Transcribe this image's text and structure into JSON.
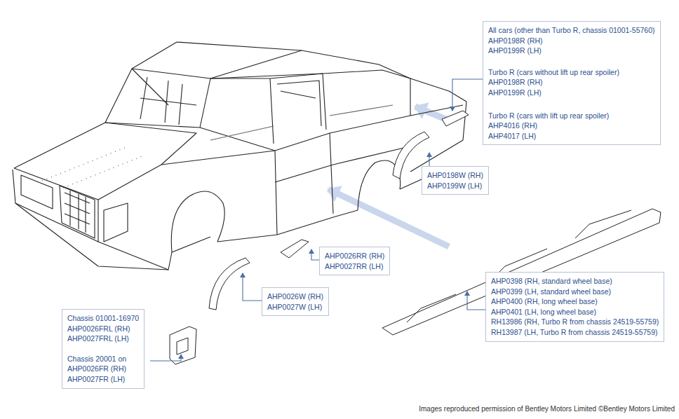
{
  "diagram": {
    "caption": "Images reproduced permission of Bentley Motors Limited ©Bentley Motors Limited",
    "nodes": [
      {
        "text": [
          "All cars (other than Turbo R, chassis 01001-55760)",
          "AHP0198R (RH)",
          "AHP0199R (LH)",
          "Turbo R (cars without lift up rear spoiler)",
          "AHP0198R (RH)",
          "AHP0199R (LH)",
          "Turbo R (cars with lift up rear spoiler)",
          "AHP4016 (RH)",
          "AHP4017 (LH)"
        ]
      },
      {
        "text": [
          "AHP0198W (RH)",
          "AHP0199W (LH)"
        ]
      },
      {
        "text": [
          "AHP0398 (RH, standard wheel base)",
          "AHP0399 (LH, standard wheel base)",
          "AHP0400 (RH, long wheel base)",
          "AHP0401 (LH, long wheel base)",
          "RH13986 (RH, Turbo R from chassis 24519-55759)",
          "RH13987 (LH, Turbo R from chassis 24519-55759)"
        ]
      },
      {
        "text": [
          "AHP0026RR (RH)",
          "AHP0027RR (LH)"
        ]
      },
      {
        "text": [
          "AHP0026W (RH)",
          "AHP0027W (LH)"
        ]
      },
      {
        "text": [
          "Chassis 01001-16970",
          "AHP0026FRL (RH)",
          "AHP0027FRL (LH)",
          "Chassis 20001 on",
          "AHP0026FR (RH)",
          "AHP0027FR (LH)"
        ]
      }
    ]
  }
}
